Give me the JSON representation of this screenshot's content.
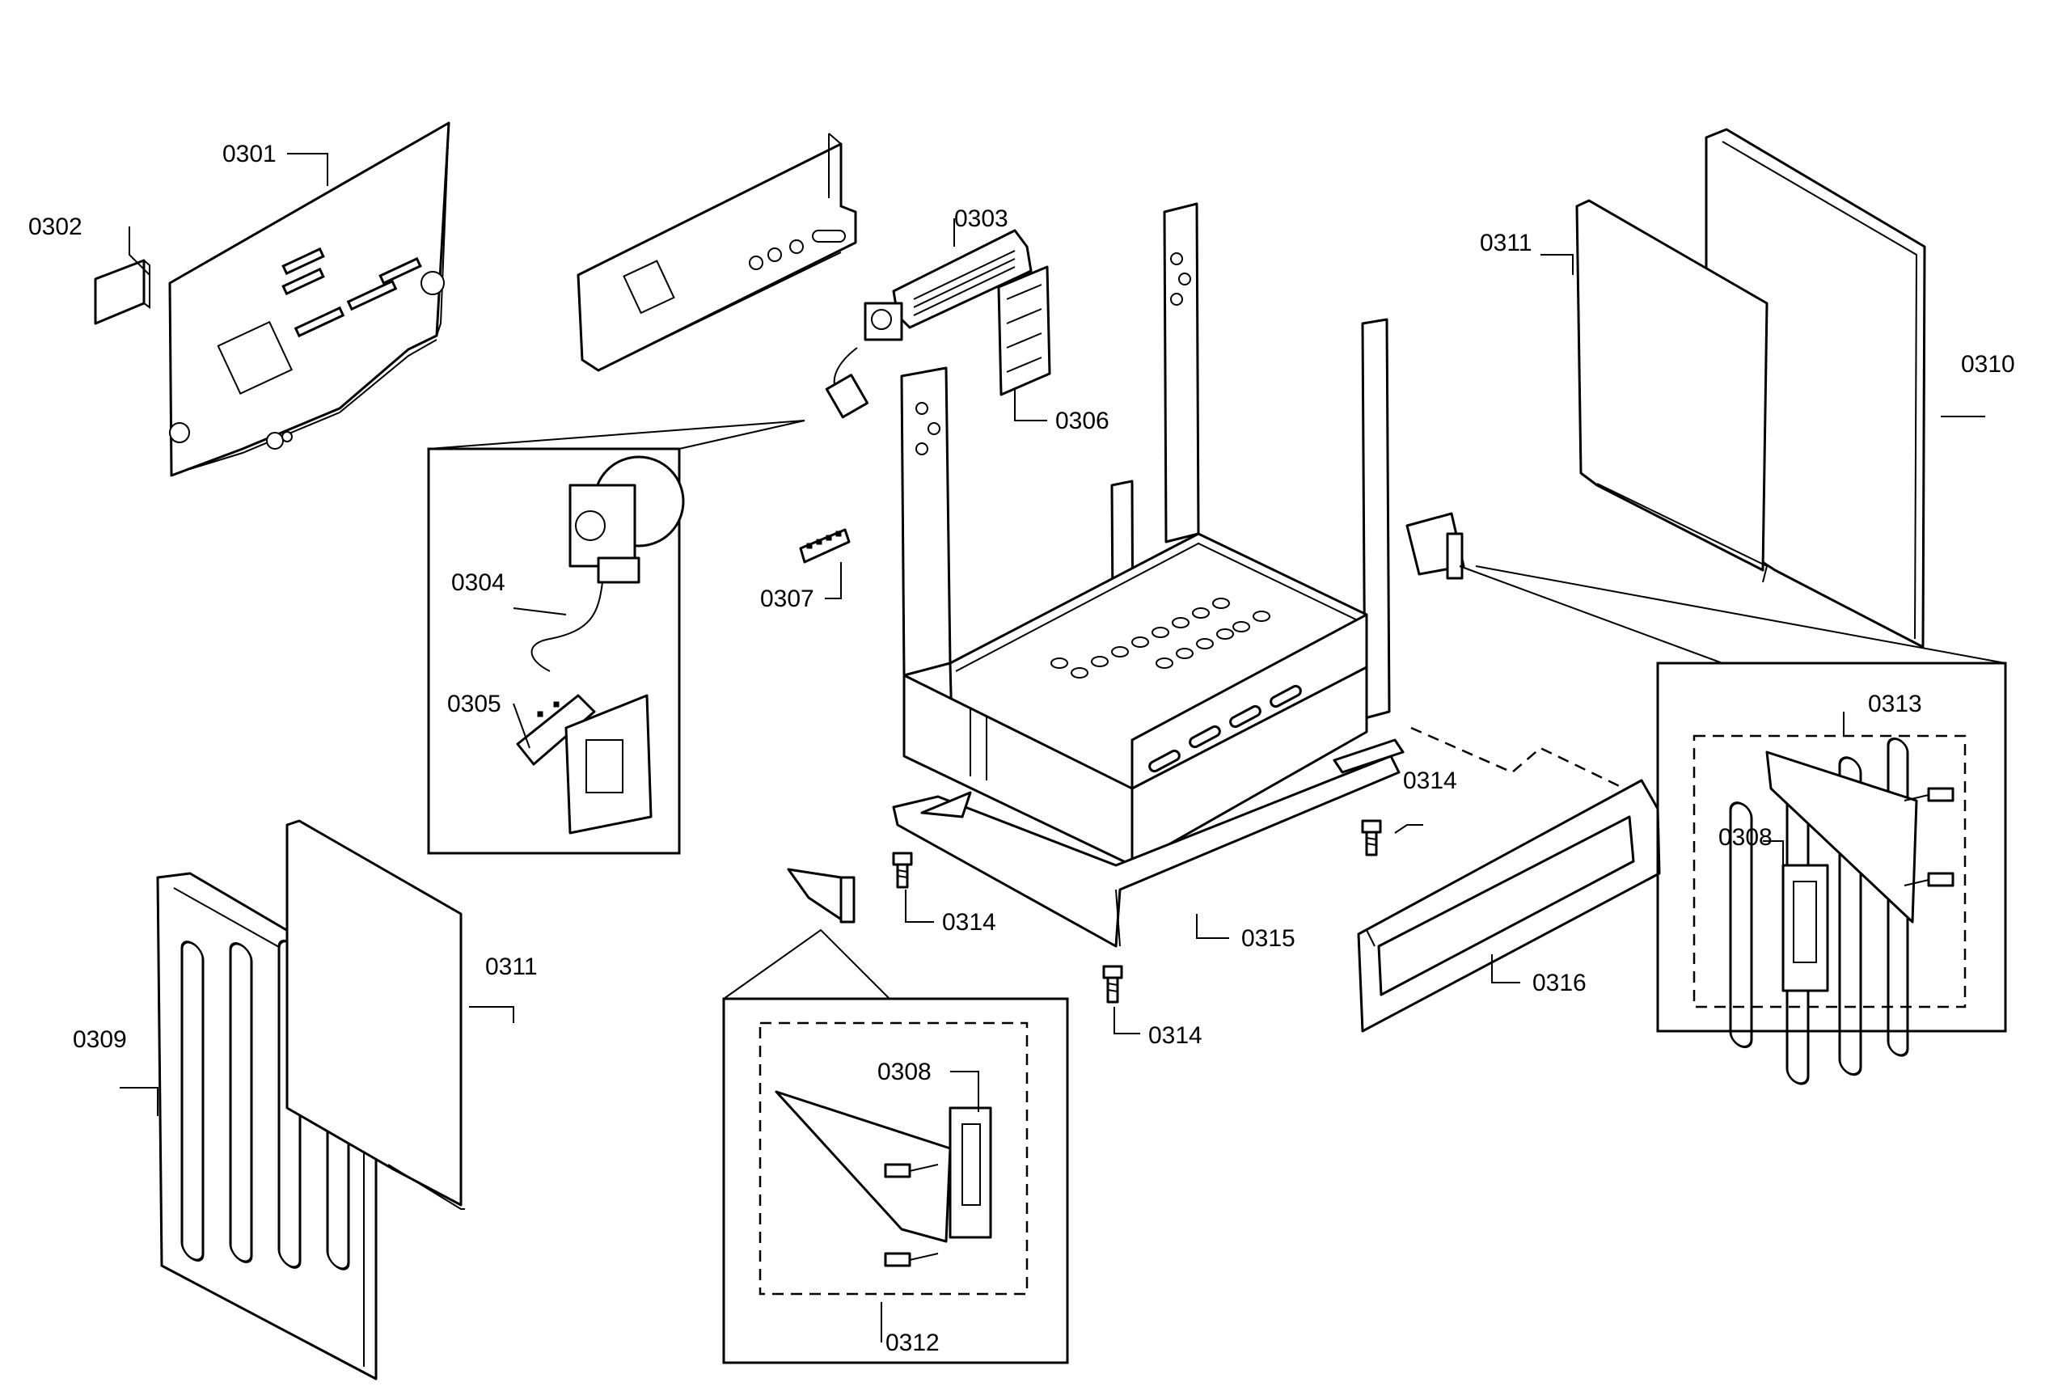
{
  "colors": {
    "line": "#000000",
    "background": "#ffffff"
  },
  "callouts": [
    {
      "id": "p0301",
      "label": "0301"
    },
    {
      "id": "p0302",
      "label": "0302"
    },
    {
      "id": "p0303",
      "label": "0303"
    },
    {
      "id": "p0304",
      "label": "0304"
    },
    {
      "id": "p0305",
      "label": "0305"
    },
    {
      "id": "p0306",
      "label": "0306"
    },
    {
      "id": "p0307",
      "label": "0307"
    },
    {
      "id": "p0308a",
      "label": "0308"
    },
    {
      "id": "p0308b",
      "label": "0308"
    },
    {
      "id": "p0309",
      "label": "0309"
    },
    {
      "id": "p0310",
      "label": "0310"
    },
    {
      "id": "p0311a",
      "label": "0311"
    },
    {
      "id": "p0311b",
      "label": "0311"
    },
    {
      "id": "p0312",
      "label": "0312"
    },
    {
      "id": "p0313",
      "label": "0313"
    },
    {
      "id": "p0314a",
      "label": "0314"
    },
    {
      "id": "p0314b",
      "label": "0314"
    },
    {
      "id": "p0314c",
      "label": "0314"
    },
    {
      "id": "p0315",
      "label": "0315"
    },
    {
      "id": "p0316",
      "label": "0316"
    }
  ]
}
